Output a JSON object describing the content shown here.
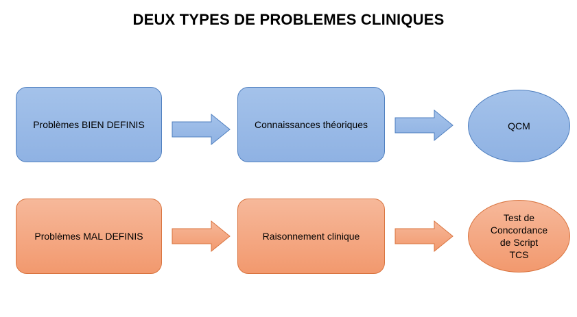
{
  "title": "DEUX TYPES DE PROBLEMES CLINIQUES",
  "colors": {
    "blue_fill": "#9dbde8",
    "blue_border": "#4f7fbf",
    "orange_fill": "#f4a882",
    "orange_border": "#d9743f"
  },
  "rows": [
    {
      "start": "Problèmes BIEN DEFINIS",
      "middle": "Connaissances théoriques",
      "end": "QCM"
    },
    {
      "start": "Problèmes MAL DEFINIS",
      "middle": "Raisonnement clinique",
      "end": "Test de\nConcordance\nde Script\nTCS"
    }
  ]
}
